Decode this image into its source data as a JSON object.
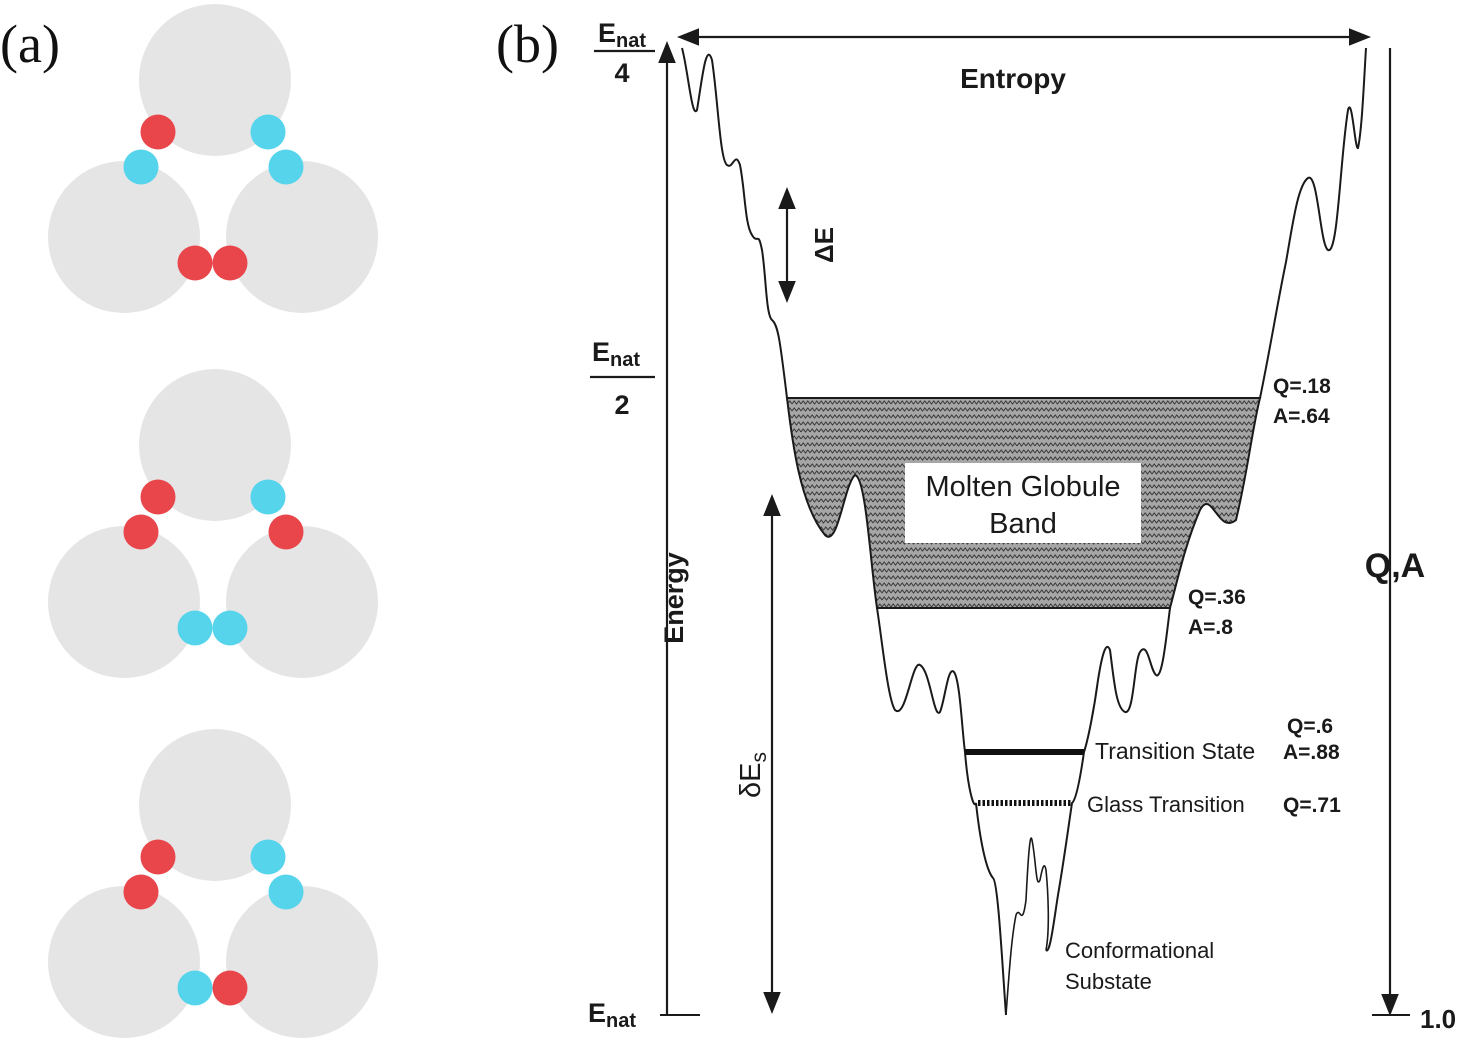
{
  "panels": {
    "a_label": "(a)",
    "b_label": "(b)"
  },
  "colors": {
    "sphere": "#e5e5e5",
    "red_site": "#e8464b",
    "blue_site": "#55d4ec",
    "ink": "#1a1a1a",
    "band_fill": "#9b9b9b"
  },
  "panel_a": {
    "configurations": [
      {
        "top_left": [
          "red",
          "blue"
        ],
        "top_right": [
          "blue",
          "blue"
        ],
        "bottom": [
          "red",
          "red"
        ]
      },
      {
        "top_left": [
          "red",
          "red"
        ],
        "top_right": [
          "blue",
          "red"
        ],
        "bottom": [
          "blue",
          "blue"
        ]
      },
      {
        "top_left": [
          "red",
          "red"
        ],
        "top_right": [
          "blue",
          "blue"
        ],
        "bottom": [
          "blue",
          "red"
        ]
      }
    ]
  },
  "panel_b": {
    "e_nat_quarter": {
      "num": "E",
      "sub": "nat",
      "den": "4"
    },
    "e_nat_half": {
      "num": "E",
      "sub": "nat",
      "den": "2"
    },
    "e_nat_bottom": {
      "main": "E",
      "sub": "nat"
    },
    "entropy": "Entropy",
    "delta_e": "ΔE",
    "energy": "Energy",
    "delta_es": {
      "main": "δE",
      "sub": "s"
    },
    "qa_axis": "Q,A",
    "qa_end": "1.0",
    "band_title_line1": "Molten Globule",
    "band_title_line2": "Band",
    "band_top_q": "Q=.18",
    "band_top_a": "A=.64",
    "band_bottom_q": "Q=.36",
    "band_bottom_a": "A=.8",
    "transition_q": "Q=.6",
    "transition_label": "Transition State",
    "transition_a": "A=.88",
    "glass_label": "Glass Transition",
    "glass_q": "Q=.71",
    "substate_line1": "Conformational",
    "substate_line2": "Substate"
  }
}
